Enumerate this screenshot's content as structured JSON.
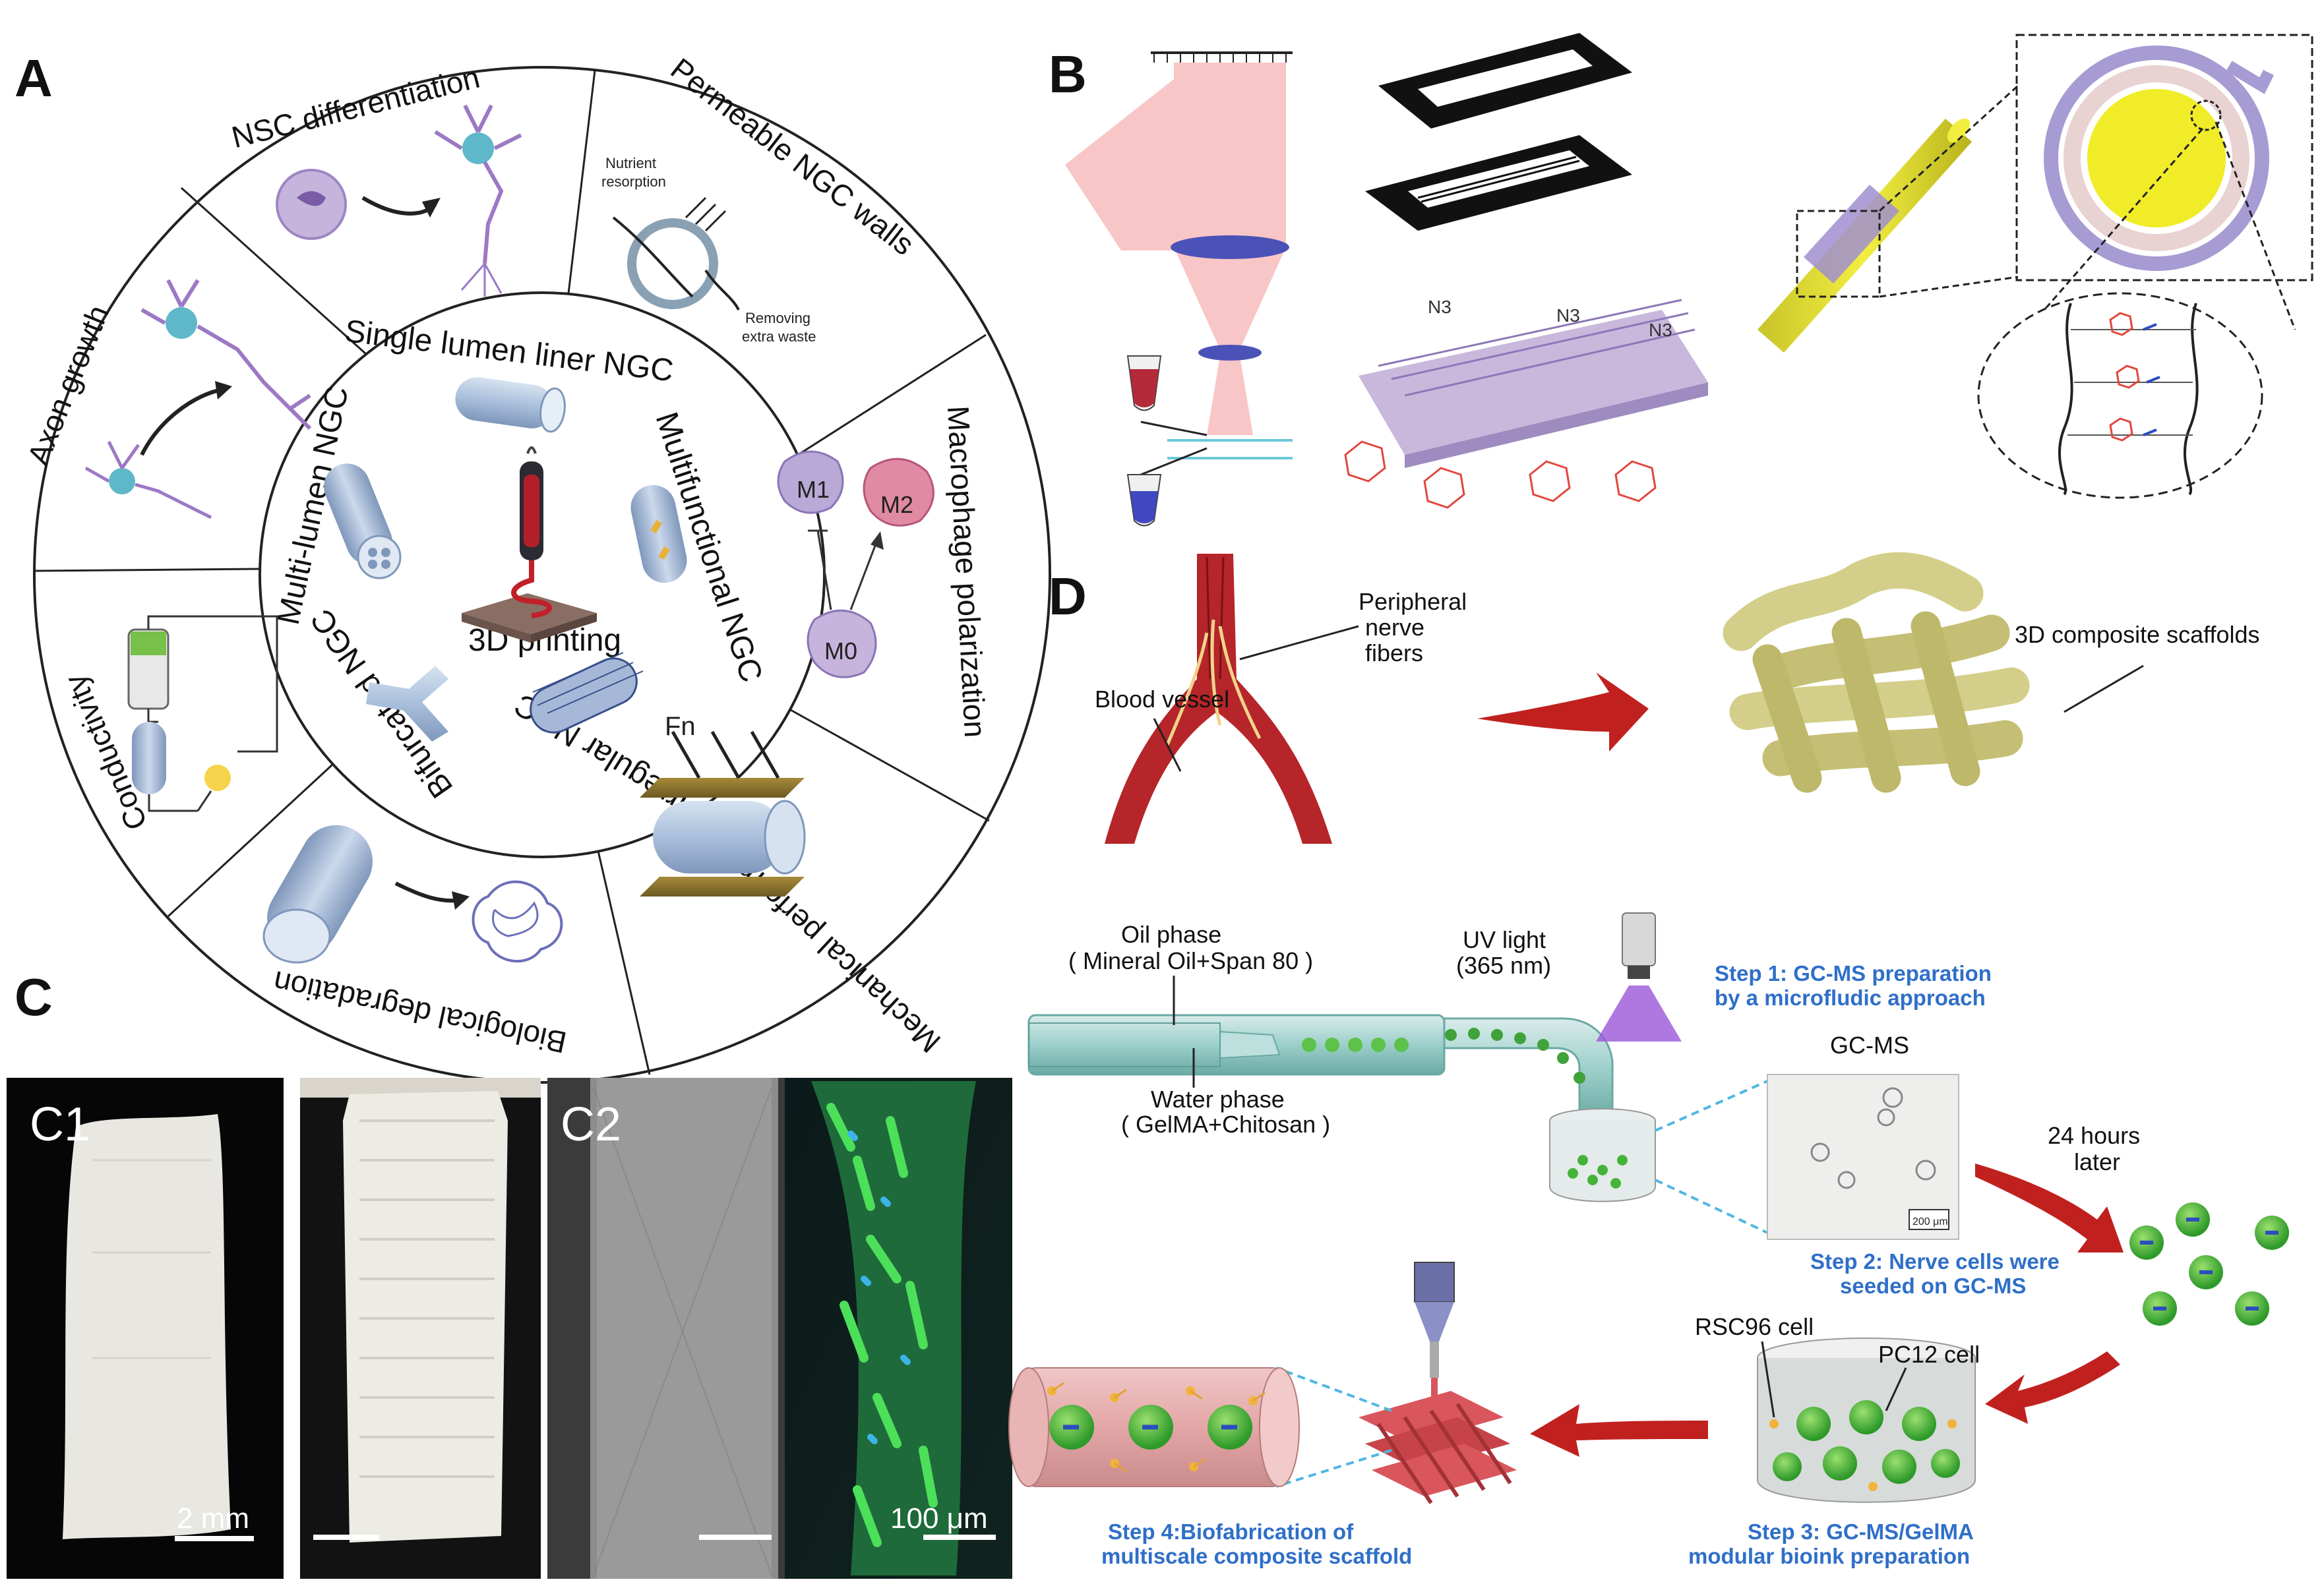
{
  "panels": {
    "A": "A",
    "B": "B",
    "C": "C",
    "D": "D"
  },
  "panelA": {
    "segments": {
      "nsc": "NSC differentiation",
      "permeable": "Permeable NGC walls",
      "macrophage": "Macrophage polarization",
      "mechanical": "Mechanical performance",
      "degradation": "Biological degradation",
      "conductivity": "Conductivity",
      "axon": "Axon growth"
    },
    "inner": {
      "single": "Single lumen liner NGC",
      "multifunctional": "Multifunctional NGC",
      "irregular": "Irregular NGC",
      "bifurcated": "Bifurcated NGC",
      "multilumen": "Multi-lumen NGC",
      "center": "3D printing"
    },
    "nutrient": "Nutrient",
    "resorption": "resorption",
    "removing": "Removing",
    "extra_waste": "extra waste",
    "m1": "M1",
    "m2": "M2",
    "m0": "M0",
    "fn": "Fn"
  },
  "panelB": {
    "n3": "N3"
  },
  "panelC": {
    "c1": "C1",
    "c2": "C2",
    "scale1": "2 mm",
    "scale2": "100 μm"
  },
  "panelD": {
    "peripheral": "Peripheral",
    "nerve": "nerve",
    "fibers": "fibers",
    "blood_vessel": "Blood vessel",
    "scaffolds": "3D composite scaffolds",
    "oil": "Oil phase",
    "oil_sub": "( Mineral Oil+Span 80 )",
    "water": "Water phase",
    "water_sub": "( GelMA+Chitosan )",
    "uv": "UV light",
    "uv_sub": "(365 nm)",
    "step1a": "Step 1:  GC-MS preparation",
    "step1b": "by a microfludic approach",
    "gcms": "GC-MS",
    "scale200": "200 μm",
    "hours": "24 hours",
    "later": "later",
    "step2a": "Step 2: Nerve cells were",
    "step2b": "seeded on GC-MS",
    "rsc96": "RSC96 cell",
    "pc12": "PC12 cell",
    "step3a": "Step 3: GC-MS/GelMA",
    "step3b": "modular  bioink preparation",
    "step4a": "Step 4:Biofabrication of",
    "step4b": "multiscale composite scaffold"
  },
  "colors": {
    "tube": "#9fb7d6",
    "cell_purple": "#b7a6cc",
    "vessel_red": "#b5252a",
    "scaffold": "#d3cf8a",
    "step_blue": "#2f6fc9",
    "microsphere": "#3fae3a"
  }
}
